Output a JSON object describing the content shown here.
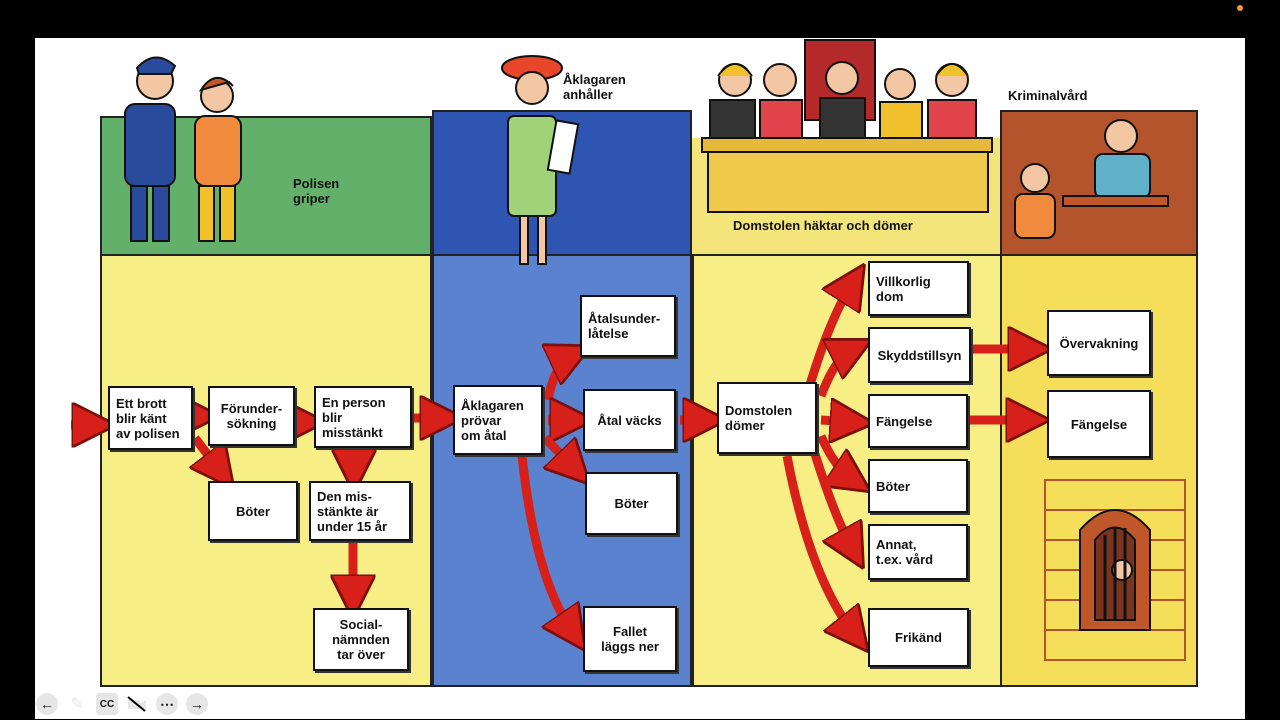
{
  "header": {
    "police": "Polisen\ngriper",
    "prosecutor": "Åklagaren\nanhåller",
    "court": "Domstolen häktar och dömer",
    "probation": "Kriminalvård"
  },
  "boxes": {
    "crime_known": "Ett brott\nblir känt\nav polisen",
    "preliminary_investigation": "Förunder-\nsökning",
    "fine_police": "Böter",
    "person_suspected": "En person\nblir\nmisstänkt",
    "under_15": "Den mis-\nstänkte är\nunder 15 år",
    "social_committee": "Social-\nnämnden\ntar över",
    "prosecutor_reviews": "Åklagaren\nprövar\nom åtal",
    "waiver_of_prosecution": "Åtalsunder-\nlåtelse",
    "indictment": "Åtal väcks",
    "fine_prosecutor": "Böter",
    "case_dropped": "Fallet\nläggs ner",
    "court_judges": "Domstolen\ndömer",
    "conditional_sentence": "Villkorlig\ndom",
    "probation_sentence": "Skyddstillsyn",
    "prison_sentence": "Fängelse",
    "fine_court": "Böter",
    "other_care": "Annat,\nt.ex. vård",
    "acquitted": "Frikänd",
    "supervision": "Övervakning",
    "prison": "Fängelse"
  },
  "colors": {
    "yellow": "#f7ef86",
    "green": "#62b06a",
    "blue": "#3d61b9",
    "light_blue": "#5b82cf",
    "orange_brown": "#b3542c",
    "arrow_red": "#d7201a"
  },
  "toolbar": {
    "icons": [
      "back-icon",
      "pen-icon",
      "captions-icon",
      "camera-off-icon",
      "more-icon",
      "forward-icon"
    ],
    "captions_label": "CC"
  }
}
